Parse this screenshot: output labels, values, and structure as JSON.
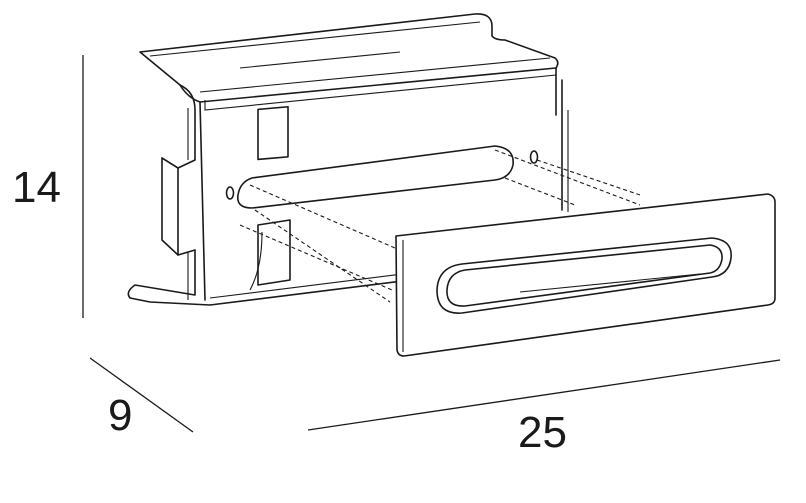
{
  "dimensions": {
    "height_label": "14",
    "depth_label": "9",
    "width_label": "25"
  },
  "colors": {
    "line": "#1a1a1a",
    "background": "#ffffff"
  }
}
